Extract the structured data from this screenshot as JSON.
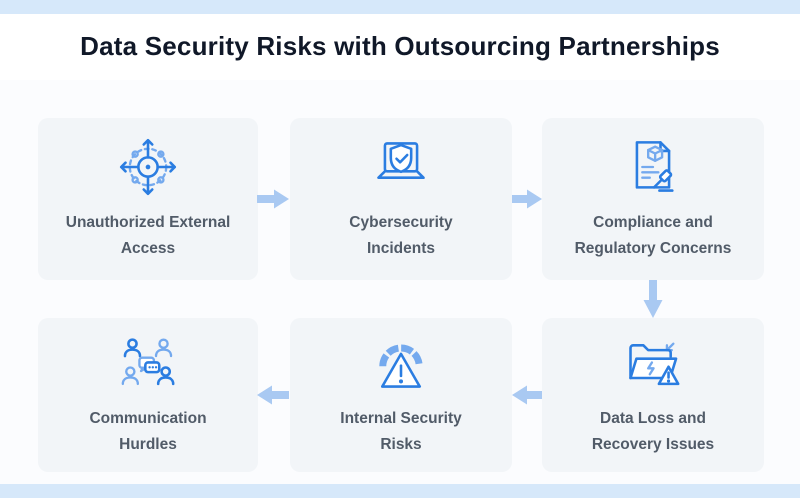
{
  "title": "Data Security Risks with Outsourcing Partnerships",
  "colors": {
    "accent_bar": "#d6e8fa",
    "card_bg": "#f2f5f8",
    "arrow_color": "#a9c9f2",
    "icon_primary": "#2b7de1",
    "icon_secondary": "#74a9ee",
    "title_color": "#101828",
    "label_color": "#515b68"
  },
  "cards": [
    {
      "label": "Unauthorized External\nAccess",
      "icon": "network-target-icon"
    },
    {
      "label": "Cybersecurity\nIncidents",
      "icon": "laptop-shield-check-icon"
    },
    {
      "label": "Compliance and\nRegulatory Concerns",
      "icon": "document-gavel-icon"
    },
    {
      "label": "Communication\nHurdles",
      "icon": "people-chat-icon"
    },
    {
      "label": "Internal Security\nRisks",
      "icon": "gauge-warning-icon"
    },
    {
      "label": "Data Loss and\nRecovery Issues",
      "icon": "folder-warning-icon"
    }
  ],
  "flow": {
    "arrows": [
      {
        "from": "Unauthorized External Access",
        "to": "Cybersecurity Incidents",
        "direction": "right"
      },
      {
        "from": "Cybersecurity Incidents",
        "to": "Compliance and Regulatory Concerns",
        "direction": "right"
      },
      {
        "from": "Compliance and Regulatory Concerns",
        "to": "Data Loss and Recovery Issues",
        "direction": "down"
      },
      {
        "from": "Data Loss and Recovery Issues",
        "to": "Internal Security Risks",
        "direction": "left"
      },
      {
        "from": "Internal Security Risks",
        "to": "Communication Hurdles",
        "direction": "left"
      }
    ]
  }
}
